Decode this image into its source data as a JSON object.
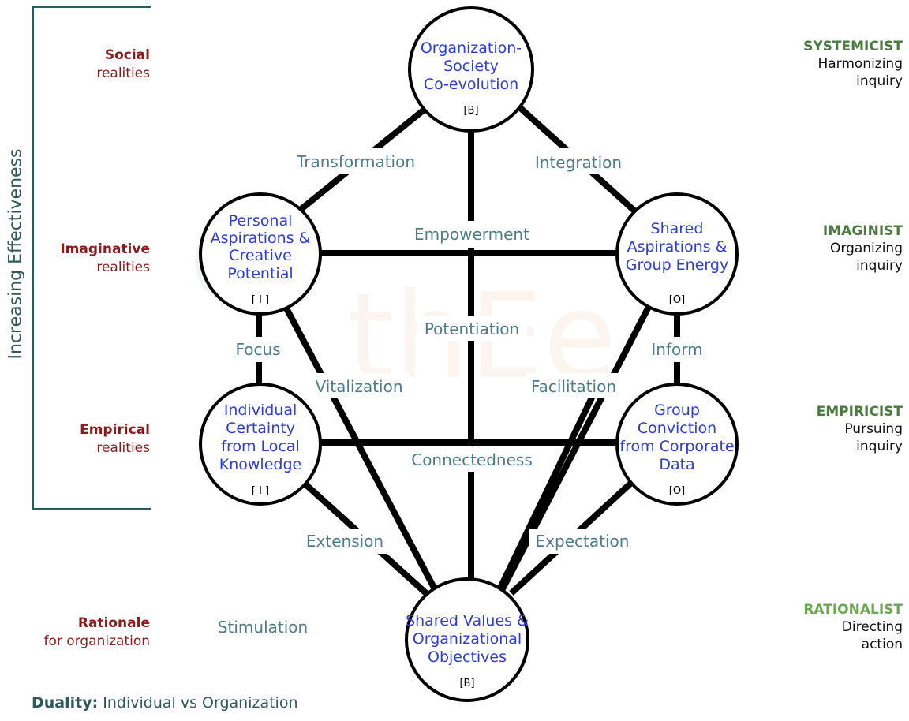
{
  "axis": {
    "title": "Increasing Effectiveness"
  },
  "levels": [
    {
      "left_title": "Social",
      "left_sub": "realities",
      "right_title": "SYSTEMICIST",
      "right_sub1": "Harmonizing",
      "right_sub2": "inquiry",
      "right_color": "#4b7a3e"
    },
    {
      "left_title": "Imaginative",
      "left_sub": "realities",
      "right_title": "IMAGINIST",
      "right_sub1": "Organizing",
      "right_sub2": "inquiry",
      "right_color": "#4b7a3e"
    },
    {
      "left_title": "Empirical",
      "left_sub": "realities",
      "right_title": "EMPIRICIST",
      "right_sub1": "Pursuing",
      "right_sub2": "inquiry",
      "right_color": "#4b7a3e"
    },
    {
      "left_title": "Rationale",
      "left_sub": "for organization",
      "right_title": "RATIONALIST",
      "right_sub1": "Directing",
      "right_sub2": "action",
      "right_color": "#6aa84f"
    }
  ],
  "nodes": {
    "top": {
      "lines": [
        "Organization-",
        "Society",
        "Co-evolution"
      ],
      "code": "[B]"
    },
    "left1": {
      "lines": [
        "Personal",
        "Aspirations &",
        "Creative",
        "Potential"
      ],
      "code": "[ I ]"
    },
    "right1": {
      "lines": [
        "Shared",
        "Aspirations &",
        "Group Energy"
      ],
      "code": "[O]"
    },
    "left2": {
      "lines": [
        "Individual",
        "Certainty",
        "from Local",
        "Knowledge"
      ],
      "code": "[ I ]"
    },
    "right2": {
      "lines": [
        "Group",
        "Conviction",
        "from Corporate",
        "Data"
      ],
      "code": "[O]"
    },
    "bottom": {
      "lines": [
        "Shared Values &",
        "Organizational",
        "Objectives"
      ],
      "code": "[B]"
    }
  },
  "edge_labels": {
    "transformation": "Transformation",
    "integration": "Integration",
    "empowerment": "Empowerment",
    "potentiation": "Potentiation",
    "focus": "Focus",
    "inform": "Inform",
    "vitalization": "Vitalization",
    "facilitation": "Facilitation",
    "connectedness": "Connectedness",
    "extension": "Extension",
    "expectation": "Expectation",
    "stimulation": "Stimulation"
  },
  "footer": {
    "label": "Duality:",
    "text": " Individual vs Organization"
  },
  "colors": {
    "node_text": "#2b3bdc",
    "edge_label": "#4d7b88",
    "left_label": "#8b1a1a",
    "axis": "#2f5a5a"
  }
}
